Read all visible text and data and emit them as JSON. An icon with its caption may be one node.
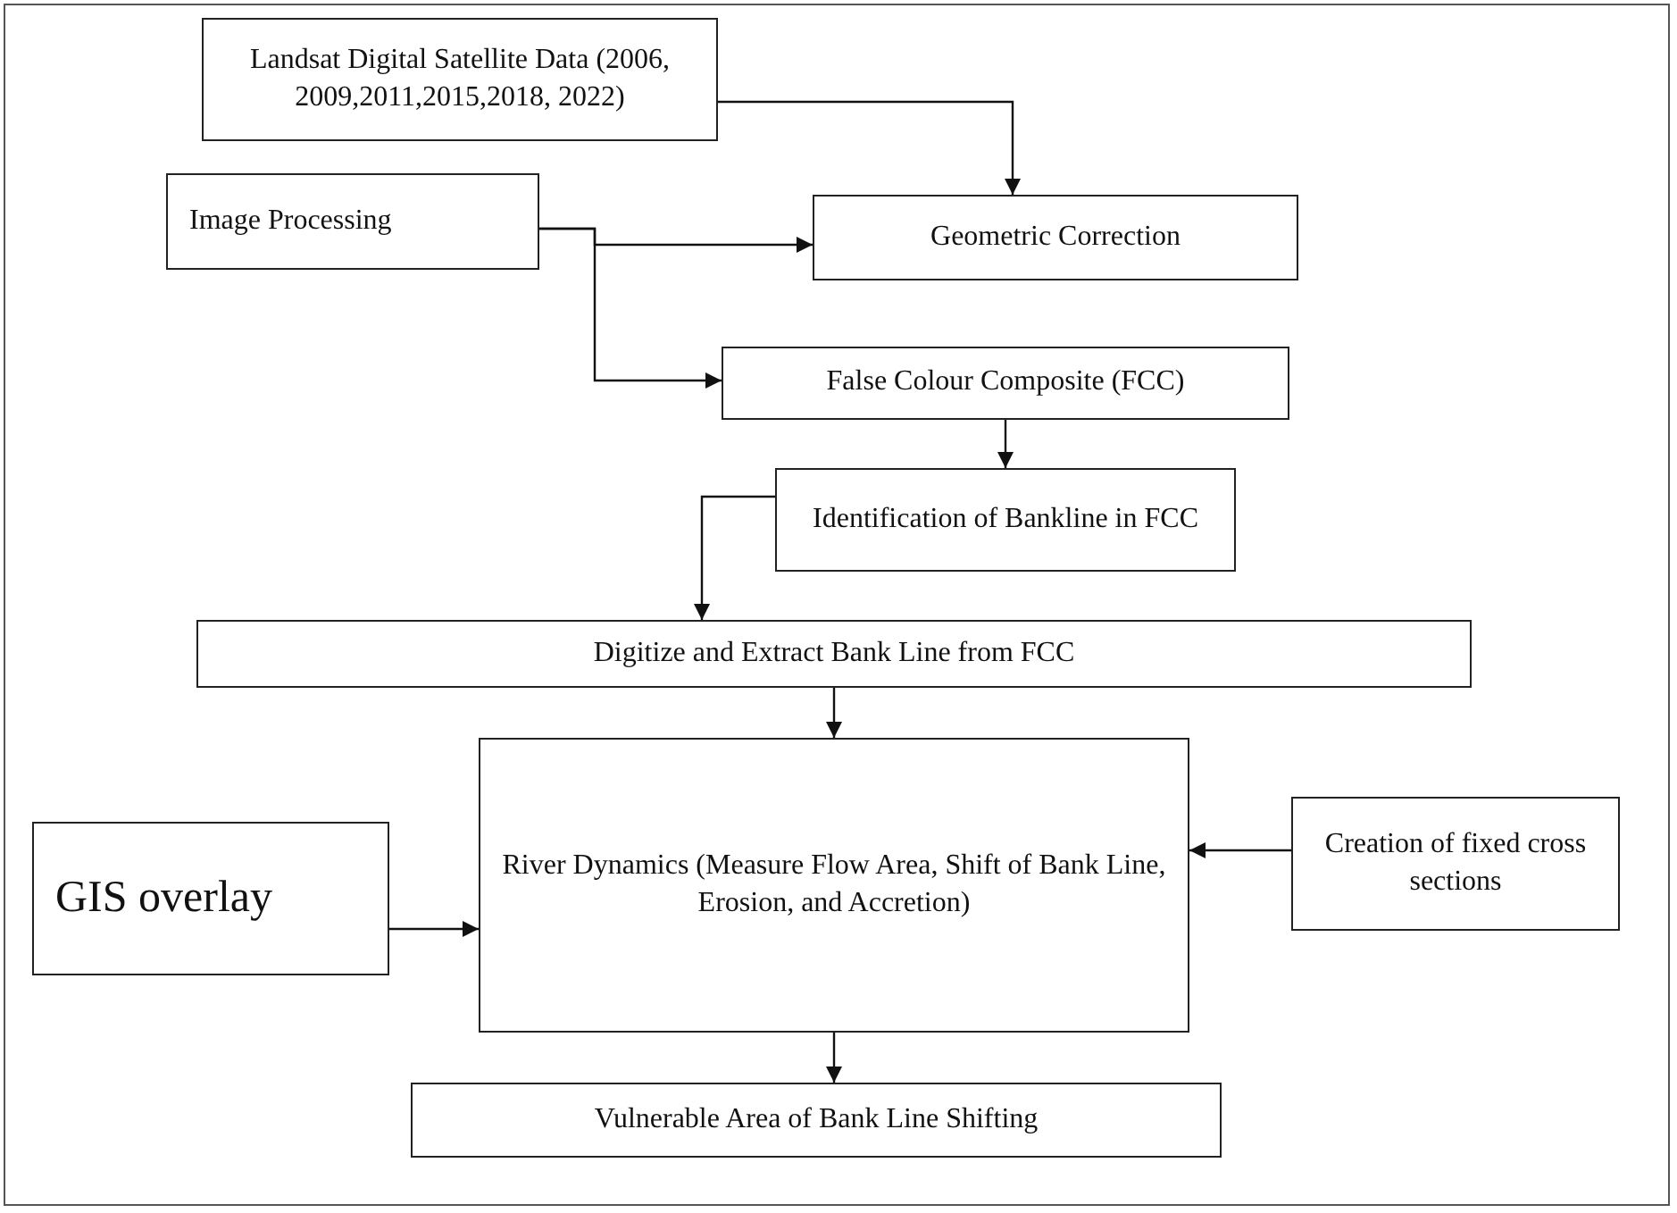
{
  "diagram": {
    "nodes": [
      {
        "text": [
          "Landsat Digital Satellite Data (2006, 2009,2011,2015,2018, 2022)"
        ]
      },
      {
        "text": [
          "Geometric Correction"
        ]
      },
      {
        "text": [
          "Image Processing"
        ]
      },
      {
        "text": [
          "False Colour Composite (FCC)"
        ]
      },
      {
        "text": [
          "Identification of Bankline in FCC"
        ]
      },
      {
        "text": [
          "Digitize and Extract Bank Line from FCC"
        ]
      },
      {
        "text": [
          "River Dynamics (Measure Flow Area, Shift of Bank Line, Erosion, and Accretion)"
        ]
      },
      {
        "text": [
          "GIS overlay"
        ]
      },
      {
        "text": [
          "Creation of fixed cross sections"
        ]
      },
      {
        "text": [
          "Vulnerable Area of Bank Line Shifting"
        ]
      }
    ],
    "edges": [
      {
        "from": 0,
        "to": 1,
        "arrow": "to"
      },
      {
        "from": 2,
        "to": 1,
        "arrow": "to"
      },
      {
        "from": 2,
        "to": 3,
        "arrow": "to"
      },
      {
        "from": 3,
        "to": 4,
        "arrow": "to"
      },
      {
        "from": 4,
        "to": 5,
        "arrow": "to"
      },
      {
        "from": 5,
        "to": 6,
        "arrow": "to"
      },
      {
        "from": 7,
        "to": 6,
        "arrow": "to"
      },
      {
        "from": 8,
        "to": 6,
        "arrow": "to"
      },
      {
        "from": 6,
        "to": 9,
        "arrow": "to"
      }
    ]
  }
}
